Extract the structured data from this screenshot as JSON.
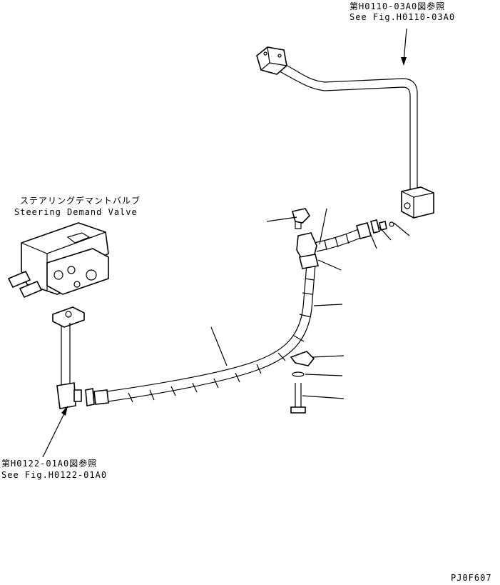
{
  "labels": {
    "ref_top_jp": "第H0110-03A0図参照",
    "ref_top_en": "See Fig.H0110-03A0",
    "valve_jp": "ステアリングデマントバルブ",
    "valve_en": "Steering Demand Valve",
    "ref_bottom_jp": "第H0122-01A0図参照",
    "ref_bottom_en": "See Fig.H0122-01A0",
    "drawing_code": "PJ0F607"
  }
}
